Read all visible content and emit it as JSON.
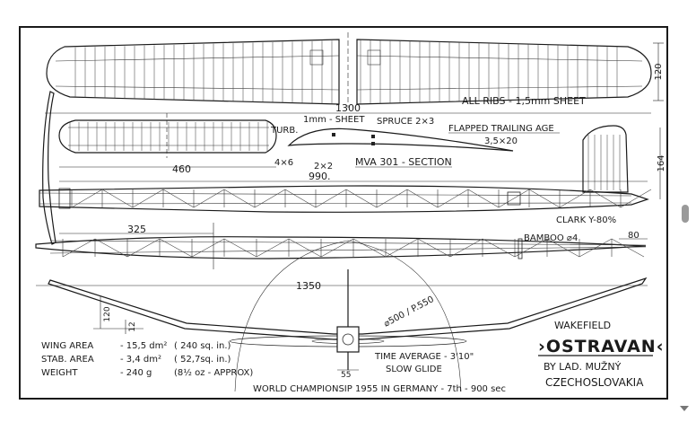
{
  "drawing": {
    "ribs_note": "ALL RIBS - 1,5mm SHEET",
    "wing_span": "1300",
    "wing_chord": "120",
    "stab_span": "460",
    "section": {
      "turb": "TURB.",
      "sheet": "1mm - SHEET",
      "spruce": "SPRUCE 2×3",
      "flapped": "FLAPPED TRAILING AGE",
      "flap_size": "3,5×20",
      "front_spar": "4×6",
      "rear_spar": "2×2",
      "name": "MVA 301 - SECTION"
    },
    "fin_height": "164",
    "fuselage_length": "990.",
    "clark": "CLARK Y-80%",
    "nose_length": "325",
    "bamboo": "BAMBOO ⌀4",
    "tail_length": "80",
    "overall_length": "1350",
    "dihedral_1": "120",
    "dihedral_2": "12",
    "prop": "⌀500 / P.550",
    "nose_width": "55",
    "specs": [
      {
        "label": "WING AREA",
        "value": "- 15,5 dm²",
        "alt": "( 240 sq. in.)"
      },
      {
        "label": "STAB. AREA",
        "value": "- 3,4 dm²",
        "alt": "( 52,7sq. in.)"
      },
      {
        "label": "WEIGHT",
        "value": "- 240 g",
        "alt": "(8½ oz - APPROX)"
      }
    ],
    "time_avg": "TIME AVERAGE - 3'10\"",
    "slow_glide": "SLOW GLIDE",
    "championship": "WORLD CHAMPIONSIP 1955 IN GERMANY - 7th - 900 sec",
    "category": "WAKEFIELD",
    "title": "›OSTRAVAN‹",
    "author": "BY LAD. MUŽNÝ",
    "country": "CZECHOSLOVAKIA"
  }
}
